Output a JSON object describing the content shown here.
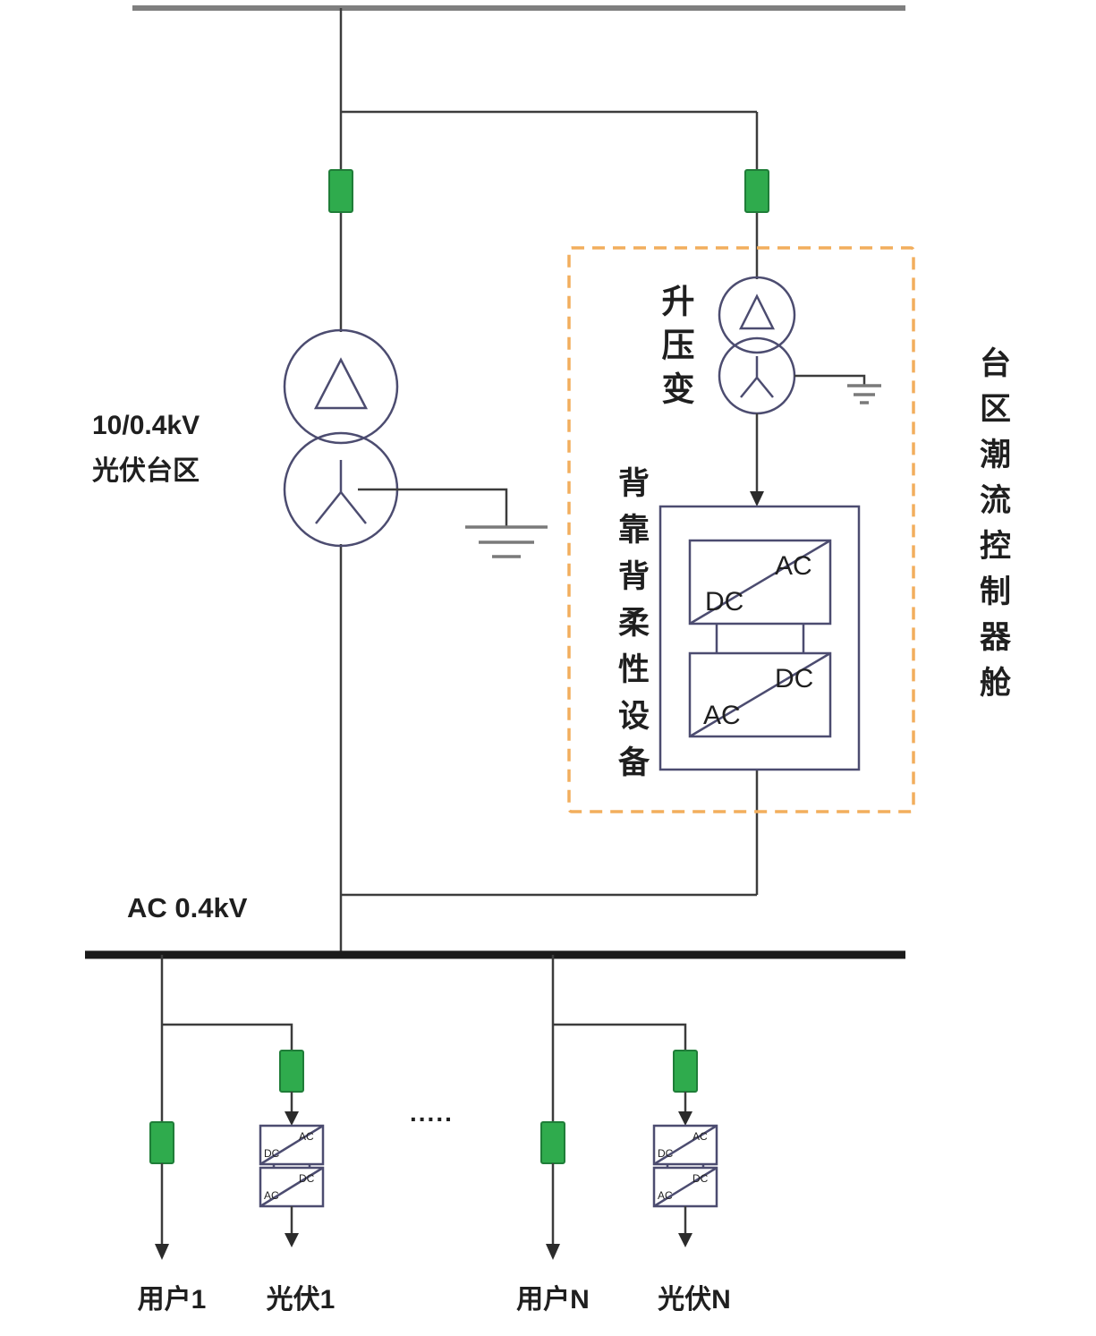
{
  "labels": {
    "pv_station_line1": "10/0.4kV",
    "pv_station_line2": "光伏台区",
    "boost_transformer": "升压变",
    "b2b_device": "背靠背柔性设备",
    "controller_cabin": "台区潮流控制器舱",
    "ac_bus": "AC 0.4kV",
    "ellipsis": ".....",
    "user1": "用户1",
    "pv1": "光伏1",
    "userN": "用户N",
    "pvN": "光伏N"
  },
  "converter_labels": {
    "ac": "AC",
    "dc": "DC"
  },
  "colors": {
    "switch_green": "#2fab4d",
    "switch_border": "#1f7d38",
    "cabin_dashed_orange": "#f2ae5d",
    "symbol_stroke": "#4c4c70",
    "wire": "#3c3c3c",
    "top_bus_gray": "#7f7f7f",
    "bottom_bus_black": "#1b1b1b",
    "text": "#1f1f1f"
  }
}
